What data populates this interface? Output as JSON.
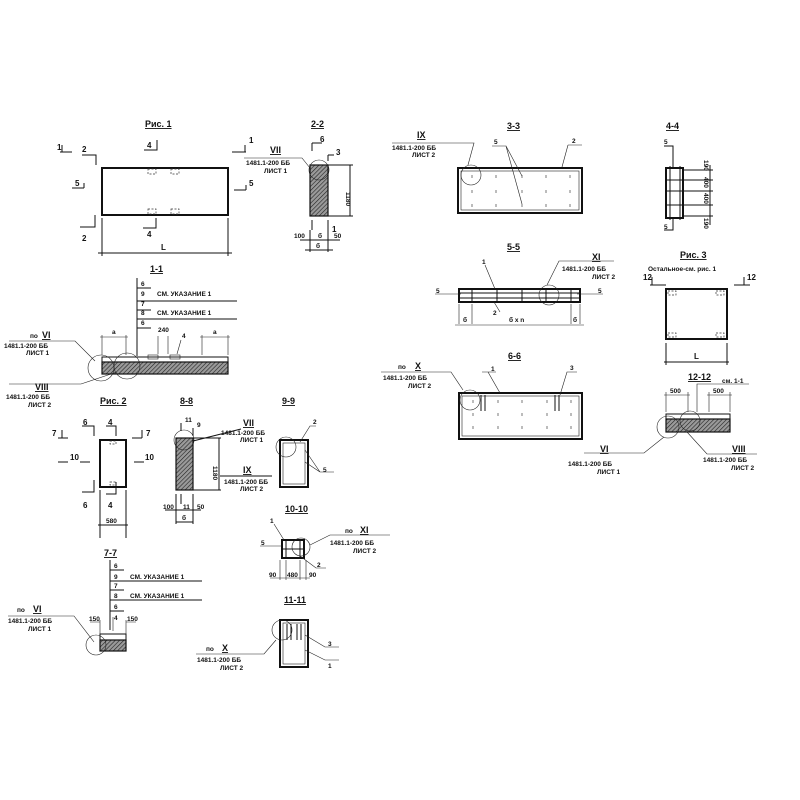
{
  "drawing": {
    "fig1": {
      "title": "Рис. 1",
      "dim_L": "L",
      "marks": [
        "1",
        "1",
        "2",
        "2",
        "4",
        "4",
        "5",
        "5"
      ]
    },
    "sec22": {
      "title": "2-2",
      "dim_h": "1180",
      "dim_100": "100",
      "dim_b": "б",
      "dim_50": "50",
      "dim_bw": "б",
      "m6": "6",
      "m3": "3",
      "m1": "1",
      "ref": {
        "num": "VII",
        "code": "1481.1-200 ББ",
        "sheet": "ЛИСТ 1"
      }
    },
    "sec11": {
      "title": "1-1",
      "layers": [
        "6",
        "9",
        "7",
        "8",
        "6"
      ],
      "note": "СМ. УКАЗАНИЕ 1",
      "dim_a": "a",
      "dim_240": "240",
      "m4": "4",
      "ref_vi": {
        "prefix": "по",
        "num": "VI",
        "code": "1481.1-200 ББ",
        "sheet": "ЛИСТ 1"
      },
      "ref_viii": {
        "num": "VIII",
        "code": "1481.1-200 ББ",
        "sheet": "ЛИСТ 2"
      }
    },
    "fig2": {
      "title": "Рис. 2",
      "marks": [
        "7",
        "7",
        "6",
        "6",
        "4",
        "4",
        "10",
        "10"
      ],
      "dim_580": "580"
    },
    "sec88": {
      "title": "8-8",
      "dim_h": "1180",
      "dim_100": "100",
      "dim_11": "11",
      "dim_50": "50",
      "dim_b": "б",
      "m11": "11",
      "m9": "9",
      "ref_vii": {
        "num": "VII",
        "code": "1481.1-200 ББ",
        "sheet": "ЛИСТ 1"
      },
      "ref_ix": {
        "num": "IX",
        "code": "1481.1-200 ББ",
        "sheet": "ЛИСТ 2"
      }
    },
    "sec99": {
      "title": "9-9",
      "m2": "2",
      "m5": "5"
    },
    "sec77": {
      "title": "7-7",
      "layers": [
        "6",
        "9",
        "7",
        "8",
        "6"
      ],
      "note": "СМ. УКАЗАНИЕ 1",
      "dim_150": "150",
      "m4": "4",
      "ref_vi": {
        "prefix": "по",
        "num": "VI",
        "code": "1481.1-200 ББ",
        "sheet": "ЛИСТ 1"
      }
    },
    "sec1010": {
      "title": "10-10",
      "m1": "1",
      "m5": "5",
      "m2": "2",
      "dims": [
        "90",
        "480",
        "90"
      ],
      "ref_xi": {
        "prefix": "по",
        "num": "XI",
        "code": "1481.1-200 ББ",
        "sheet": "ЛИСТ 2"
      }
    },
    "sec1111": {
      "title": "11-11",
      "m3": "3",
      "m1": "1",
      "ref_x": {
        "prefix": "по",
        "num": "X",
        "code": "1481.1-200 ББ",
        "sheet": "ЛИСТ 2"
      }
    },
    "sec33": {
      "title": "3-3",
      "m5": "5",
      "m2": "2",
      "ref_ix": {
        "num": "IX",
        "code": "1481.1-200 ББ",
        "sheet": "ЛИСТ 2"
      }
    },
    "sec44": {
      "title": "4-4",
      "m5a": "5",
      "m5b": "5",
      "dims": [
        "190",
        "400",
        "400",
        "190"
      ]
    },
    "sec55": {
      "title": "5-5",
      "m1": "1",
      "m2": "2",
      "m5a": "5",
      "m5b": "5",
      "dim_b": "б",
      "dim_bn": "б x n",
      "ref_xi": {
        "num": "XI",
        "code": "1481.1-200 ББ",
        "sheet": "ЛИСТ 2"
      }
    },
    "fig3": {
      "title": "Рис. 3",
      "subtitle": "Остальное-см. рис. 1",
      "marks": [
        "12",
        "12"
      ],
      "dim_L": "L"
    },
    "sec66": {
      "title": "6-6",
      "m1": "1",
      "m3": "3",
      "ref_x": {
        "prefix": "по",
        "num": "X",
        "code": "1481.1-200 ББ",
        "sheet": "ЛИСТ 2"
      }
    },
    "sec1212": {
      "title": "12-12",
      "note": "см. 1-1",
      "dim_500": "500",
      "ref_vi": {
        "num": "VI",
        "code": "1481.1-200 ББ",
        "sheet": "ЛИСТ 1"
      },
      "ref_viii": {
        "num": "VIII",
        "code": "1481.1-200 ББ",
        "sheet": "ЛИСТ 2"
      }
    }
  }
}
